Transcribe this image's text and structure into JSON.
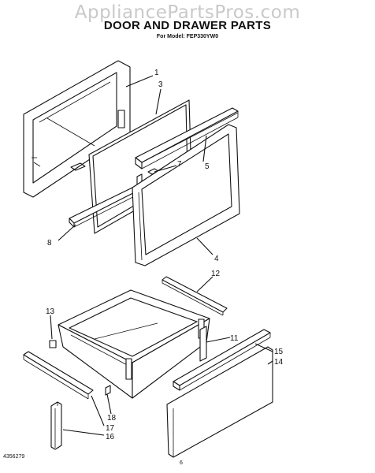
{
  "watermark": "AppliancePartsPros.com",
  "title": "DOOR AND DRAWER PARTS",
  "subtitle": "For Model: FEP330YW0",
  "footer_code": "4356279",
  "page_number": "6",
  "callouts": [
    {
      "id": "c1",
      "label": "1"
    },
    {
      "id": "c3",
      "label": "3"
    },
    {
      "id": "c5",
      "label": "5"
    },
    {
      "id": "c7",
      "label": "7"
    },
    {
      "id": "c8",
      "label": "8"
    },
    {
      "id": "c4",
      "label": "4"
    },
    {
      "id": "c12",
      "label": "12"
    },
    {
      "id": "c13",
      "label": "13"
    },
    {
      "id": "c11",
      "label": "11"
    },
    {
      "id": "c15",
      "label": "15"
    },
    {
      "id": "c14",
      "label": "14"
    },
    {
      "id": "c18",
      "label": "18"
    },
    {
      "id": "c17",
      "label": "17"
    },
    {
      "id": "c16",
      "label": "16"
    }
  ]
}
